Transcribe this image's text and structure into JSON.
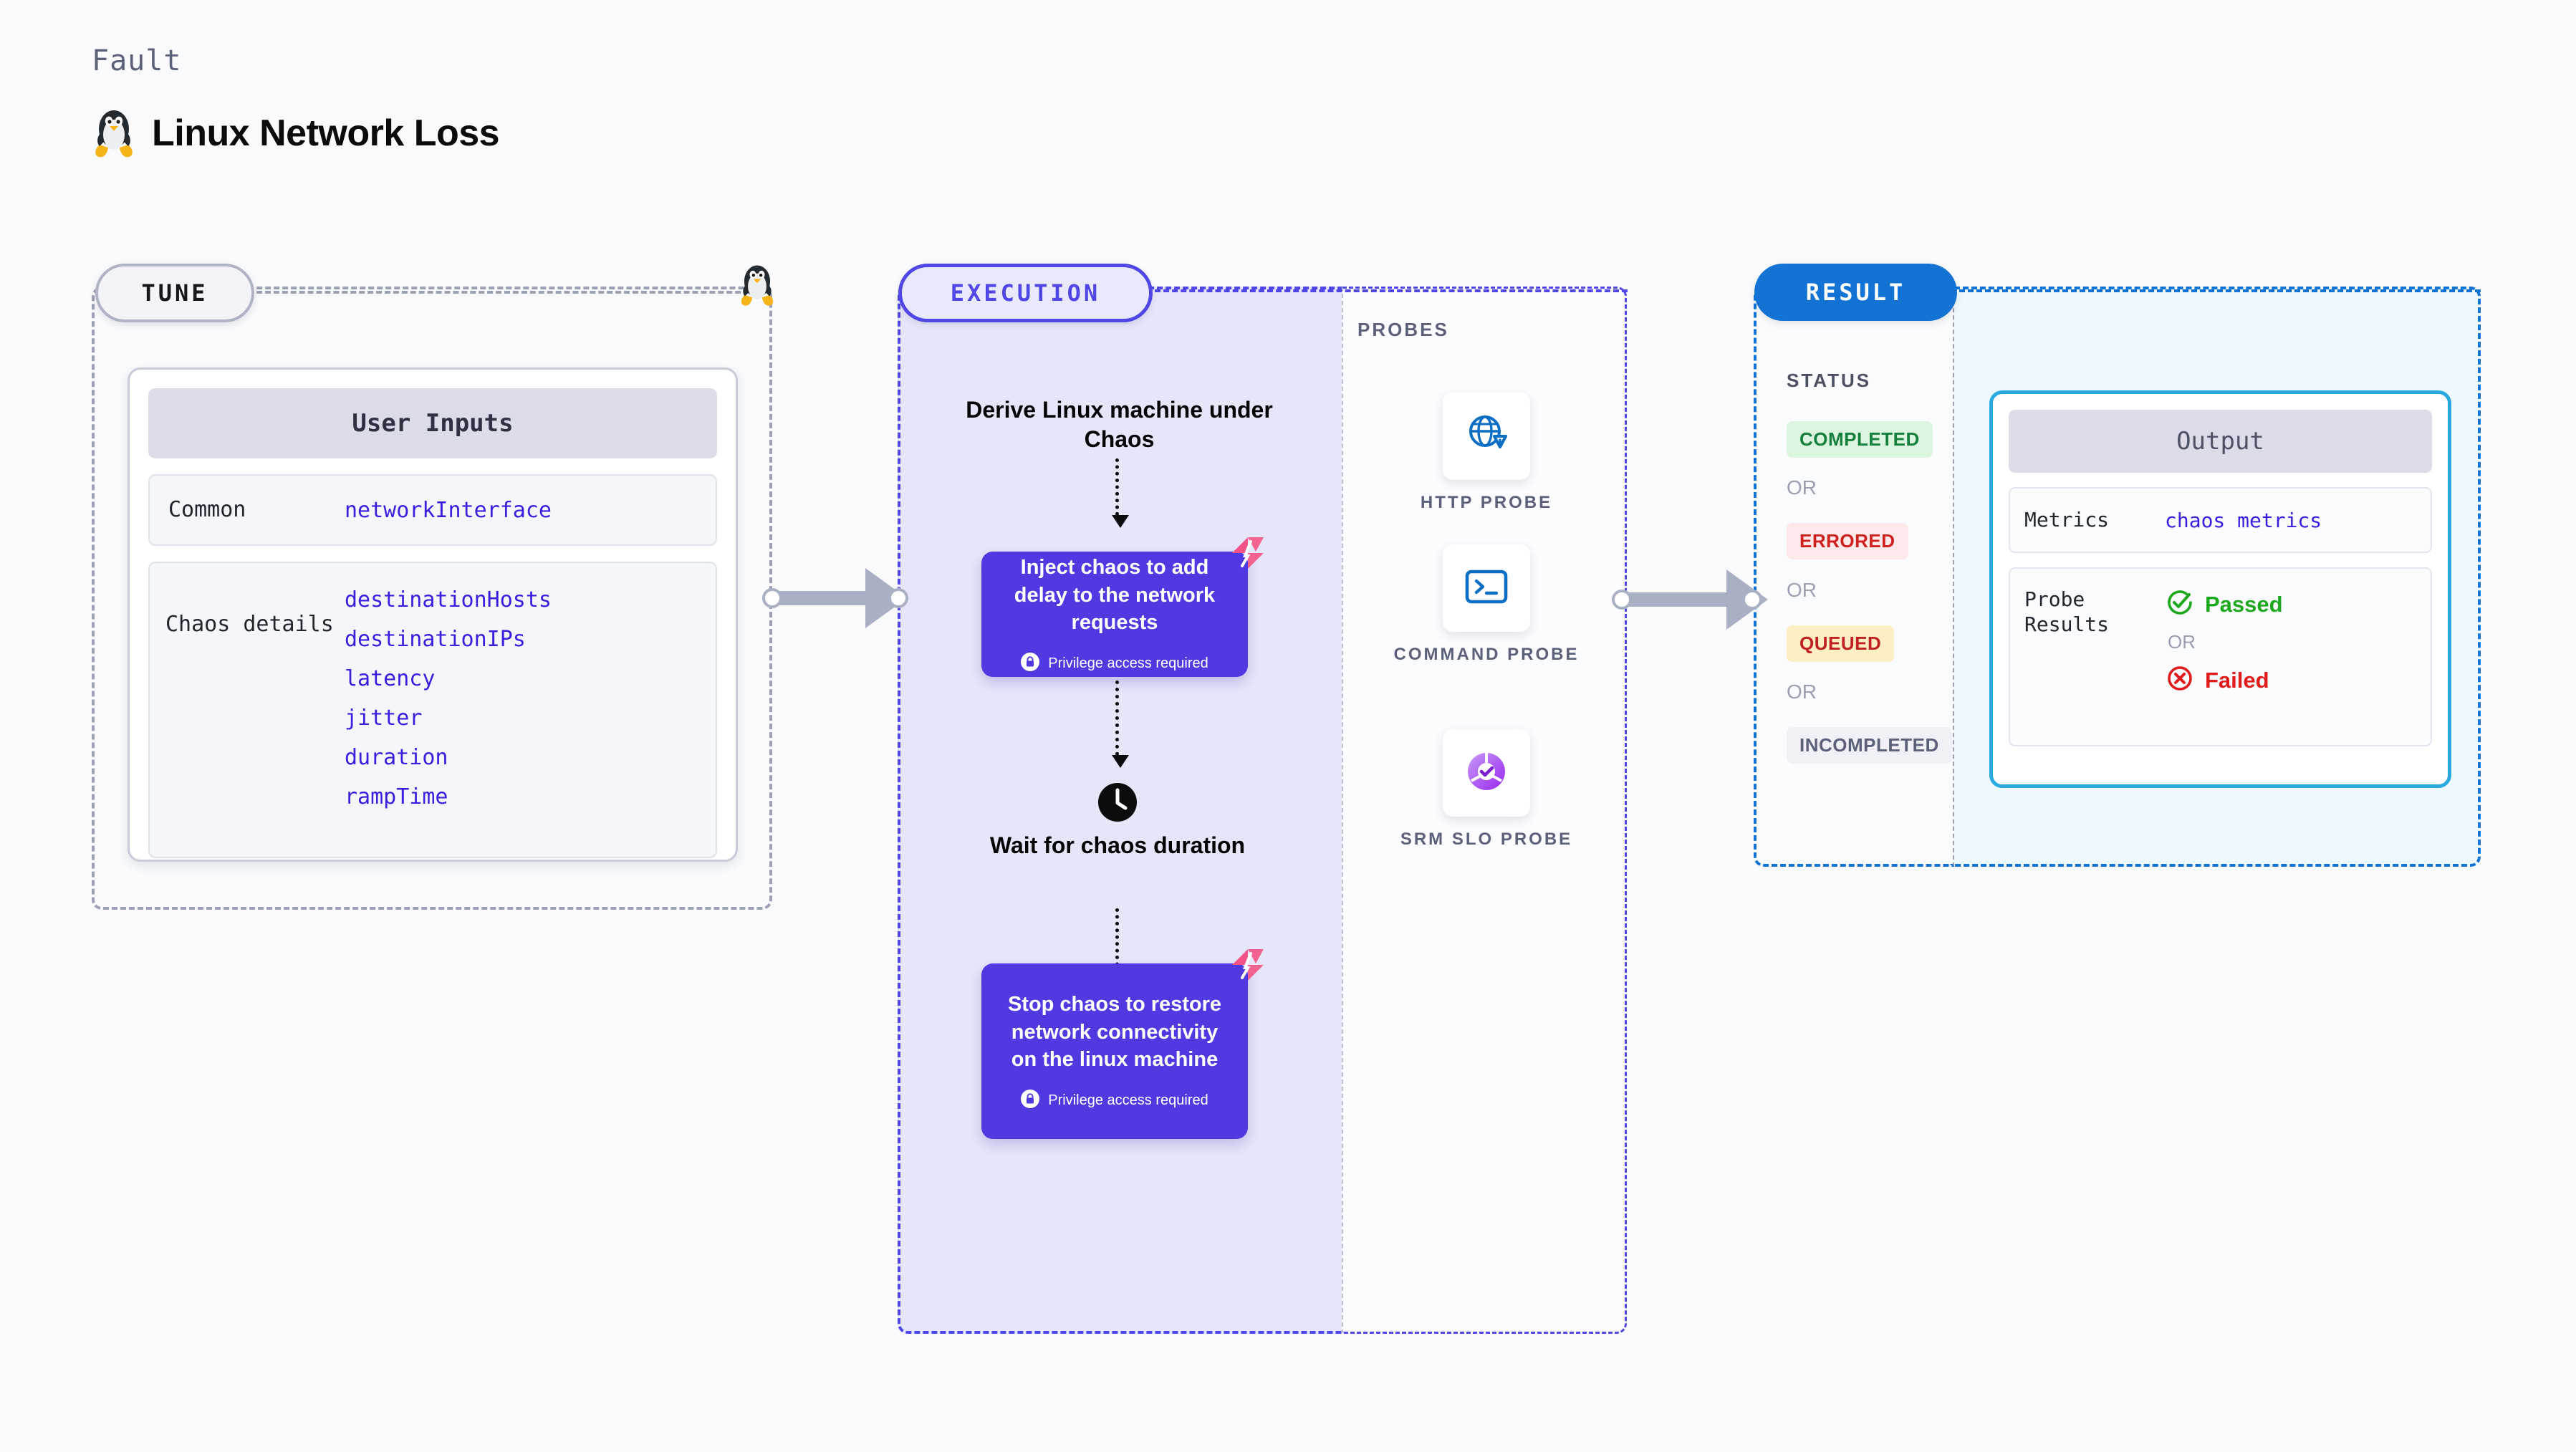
{
  "header": {
    "eyebrow": "Fault",
    "title": "Linux Network Loss",
    "icon": "linux-penguin-icon"
  },
  "stages": {
    "tune": {
      "pill_label": "TUNE"
    },
    "execution": {
      "pill_label": "EXECUTION"
    },
    "result": {
      "pill_label": "RESULT"
    }
  },
  "tune": {
    "card_title": "User Inputs",
    "rows": [
      {
        "label": "Common",
        "values": [
          "networkInterface"
        ]
      },
      {
        "label": "Chaos details",
        "values": [
          "destinationHosts",
          "destinationIPs",
          "latency",
          "jitter",
          "duration",
          "rampTime"
        ]
      }
    ]
  },
  "execution": {
    "step_title": "Derive Linux machine under Chaos",
    "wait_title": "Wait for chaos duration",
    "wait_icon": "clock-icon",
    "cards": [
      {
        "text": "Inject chaos to add delay to the network requests",
        "privilege": "Privilege access required",
        "privilege_icon": "lock-icon",
        "badge_icon": "harness-logo-icon"
      },
      {
        "text": "Stop chaos to restore network connectivity on the linux machine",
        "privilege": "Privilege access required",
        "privilege_icon": "lock-icon",
        "badge_icon": "harness-logo-icon"
      }
    ]
  },
  "probes": {
    "label": "PROBES",
    "items": [
      {
        "label": "HTTP PROBE",
        "icon": "globe-warning-icon"
      },
      {
        "label": "COMMAND PROBE",
        "icon": "terminal-icon"
      },
      {
        "label": "SRM SLO PROBE",
        "icon": "slo-donut-check-icon"
      }
    ]
  },
  "result": {
    "status_label": "STATUS",
    "or_label": "OR",
    "statuses": [
      {
        "label": "COMPLETED",
        "color": "#15803d",
        "bg": "#dcf5df"
      },
      {
        "label": "ERRORED",
        "color": "#cf2020",
        "bg": "#fde9e9"
      },
      {
        "label": "QUEUED",
        "color": "#c02020",
        "bg": "#fdeec4"
      },
      {
        "label": "INCOMPLETED",
        "color": "#5b6179",
        "bg": "#eff1f6"
      }
    ],
    "output": {
      "title": "Output",
      "metrics_label": "Metrics",
      "metrics_value": "chaos metrics",
      "probe_results_label": "Probe Results",
      "passed_label": "Passed",
      "failed_label": "Failed",
      "or_label": "OR",
      "passed_icon": "check-circle-icon",
      "failed_icon": "x-circle-icon"
    }
  },
  "colors": {
    "accent_indigo": "#4f46e5",
    "accent_blue": "#1273d4",
    "accent_cyan": "#29a9e0",
    "value_blue": "#3a1ee0",
    "harness_pink": "#f4628f",
    "passed_green": "#1da81d",
    "failed_red": "#e01b1b"
  }
}
